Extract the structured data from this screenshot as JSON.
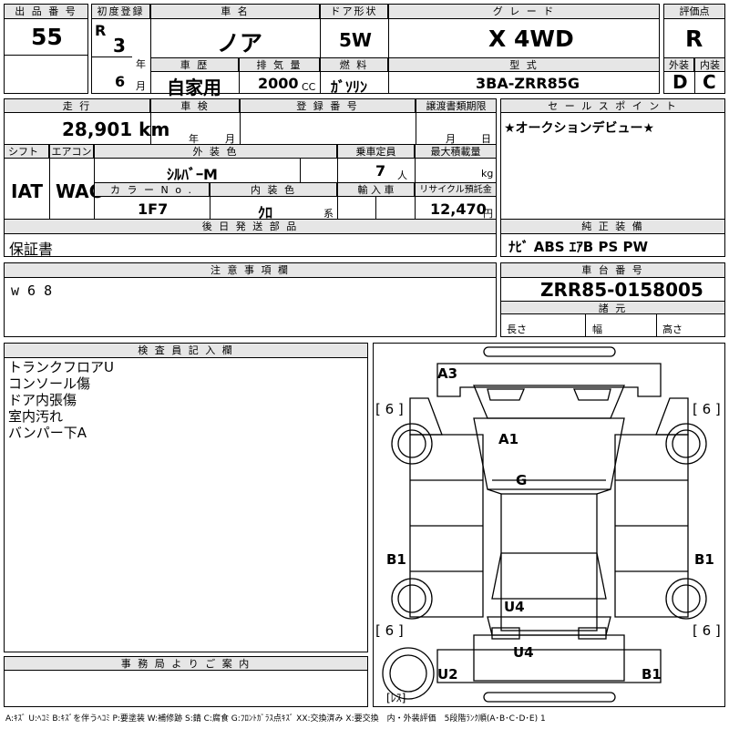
{
  "top": {
    "lot_number": {
      "label": "出 品 番 号",
      "value": "55"
    },
    "first_reg": {
      "label": "初度登録",
      "era": "R",
      "year": "3",
      "year_unit": "年",
      "month": "6",
      "month_unit": "月"
    },
    "car_name": {
      "label": "車 名",
      "value": "ノア"
    },
    "door": {
      "label": "ドア形状",
      "value": "5W"
    },
    "grade": {
      "label": "グ レ ー ド",
      "value": "X 4WD"
    },
    "score": {
      "label": "評価点",
      "value": "R"
    },
    "history": {
      "label": "車 歴",
      "value": "自家用"
    },
    "displacement": {
      "label": "排 気 量",
      "value": "2000",
      "unit": "CC"
    },
    "fuel": {
      "label": "燃 料",
      "value": "ｶﾞｿﾘﾝ"
    },
    "model": {
      "label": "型 式",
      "value": "3BA-ZRR85G"
    },
    "exterior": {
      "label": "外装",
      "value": "D"
    },
    "interior": {
      "label": "内装",
      "value": "C"
    }
  },
  "mid": {
    "mileage": {
      "label": "走 行",
      "value": "28,901 km"
    },
    "inspection": {
      "label": "車 検",
      "year_unit": "年",
      "month_unit": "月"
    },
    "reg_number": {
      "label": "登 録 番 号"
    },
    "transfer": {
      "label": "譲渡書類期限",
      "month_unit": "月",
      "day_unit": "日"
    },
    "shift": {
      "label": "シフト",
      "value": "IAT"
    },
    "aircon": {
      "label": "エアコン",
      "value": "WAC"
    },
    "ext_color": {
      "label": "外 装 色",
      "value": "ｼﾙﾊﾞｰM"
    },
    "capacity": {
      "label": "乗車定員",
      "value": "7",
      "unit": "人"
    },
    "max_load": {
      "label": "最大積載量",
      "unit": "kg"
    },
    "color_no": {
      "label": "カ ラ ー N o .",
      "value": "1F7"
    },
    "int_color": {
      "label": "内 装 色",
      "value": "ｸﾛ",
      "unit": "系"
    },
    "import": {
      "label": "輸 入 車"
    },
    "recycle": {
      "label": "リサイクル預託金",
      "value": "12,470",
      "unit": "円"
    },
    "later_parts": {
      "label": "後 日 発 送 部 品",
      "value": "保証書"
    },
    "sales_point": {
      "label": "セ ー ル ス ポ イ ン ト",
      "value": "★オークションデビュー★"
    },
    "equipment": {
      "label": "純 正 装 備",
      "value": "ﾅﾋﾞ  ABS  ｴｱB  PS  PW"
    }
  },
  "notes": {
    "label": "注 意 事 項 欄",
    "value": "w 6 8"
  },
  "chassis": {
    "label": "車 台 番 号",
    "value": "ZRR85-0158005",
    "spec_label": "諸 元",
    "length": "長さ",
    "width": "幅",
    "height": "高さ"
  },
  "inspector": {
    "label": "検 査 員 記 入 欄",
    "lines": [
      "トランクフロアU",
      "コンソール傷",
      "ドア内張傷",
      "室内汚れ",
      "バンパー下A"
    ]
  },
  "office": {
    "label": "事 務 局 よ り ご 案 内"
  },
  "diagram": {
    "marks": {
      "a3": "A3",
      "a1": "A1",
      "g": "G",
      "b1_left": "B1",
      "b1_right": "B1",
      "u4_top": "U4",
      "u4_bottom": "U4",
      "u2": "U2",
      "b1_rear": "B1"
    },
    "tire_tl": "[ 6 ]",
    "tire_tr": "[ 6 ]",
    "tire_bl": "[ 6 ]",
    "tire_br": "[ 6 ]",
    "spare": "[ﾚｽ]"
  },
  "legend": "A:ｷｽﾞ U:ﾍｺﾐ B:ｷｽﾞを伴うﾍｺﾐ P:要塗装 W:補修跡 S:錆 C:腐食 G:ﾌﾛﾝﾄｶﾞﾗｽ点ｷｽﾞ XX:交換済み X:要交換　内・外装評価　5段階ﾗﾝｸ順(A･B･C･D･E) 1"
}
